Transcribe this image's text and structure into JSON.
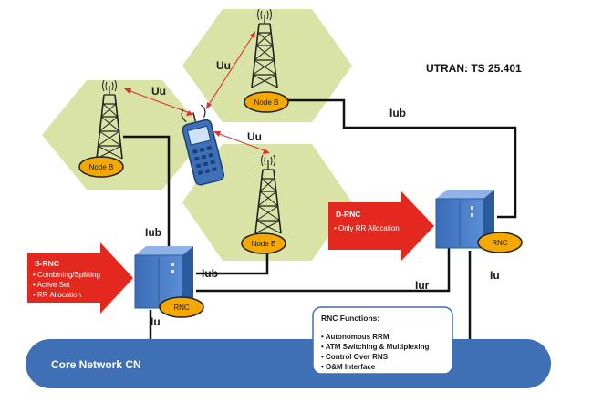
{
  "title": "UTRAN: TS 25.401",
  "node_b_label": "Node B",
  "rnc_label": "RNC",
  "interfaces": {
    "uu_1": "Uu",
    "uu_2": "Uu",
    "uu_3": "Uu",
    "iub_top": "Iub",
    "iub_left": "Iub",
    "iub_mid": "Iub",
    "iur": "Iur",
    "iu_left": "Iu",
    "iu_right": "Iu"
  },
  "s_rnc": {
    "title": "S-RNC",
    "items": [
      "Combining/Splitting",
      "Active Set",
      "RR Allocation"
    ]
  },
  "d_rnc": {
    "title": "D-RNC",
    "items": [
      "Only RR Allocation"
    ]
  },
  "rnc_functions": {
    "title": "RNC Functions:",
    "items": [
      "Autonomous RRM",
      "ATM Switching & Multiplexing",
      "Control Over RNS",
      "O&M Interface"
    ]
  },
  "core_network": "Core Network CN",
  "colors": {
    "hexagon": "#d9e3a6",
    "core_network": "#3f6fb5",
    "arrow_red": "#e3291f",
    "node_oval": "#f5a800",
    "rnc_box": "#4f80c8",
    "radio_link": "#e03030"
  }
}
